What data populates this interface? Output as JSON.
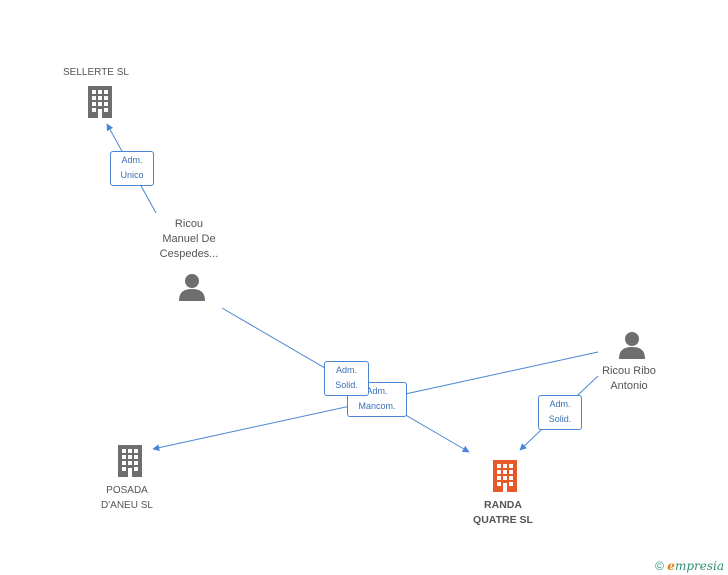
{
  "nodes": {
    "sellerte": {
      "lines": [
        "SELLERTE SL"
      ]
    },
    "ricou_manuel": {
      "lines": [
        "Ricou",
        "Manuel De",
        "Cespedes..."
      ]
    },
    "ricou_ribo": {
      "lines": [
        "Ricou Ribo",
        "Antonio"
      ]
    },
    "posada": {
      "lines": [
        "POSADA",
        "D'ANEU SL"
      ]
    },
    "randa": {
      "lines": [
        "RANDA",
        "QUATRE SL"
      ]
    }
  },
  "edges": {
    "adm_unico": {
      "lines": [
        "Adm.",
        "Unico"
      ]
    },
    "adm_solid_1": {
      "lines": [
        "Adm.",
        "Solid."
      ]
    },
    "adm_mancom": {
      "lines": [
        "Adm.",
        "Mancom."
      ]
    },
    "adm_solid_2": {
      "lines": [
        "Adm.",
        "Solid."
      ]
    }
  },
  "footer": {
    "copyright": "©",
    "brand_e": "e",
    "brand_rest": "mpresia"
  },
  "colors": {
    "edge": "#4a86d4",
    "company": "#6e6e6e",
    "main_company": "#e8592a",
    "person": "#6e6e6e"
  }
}
